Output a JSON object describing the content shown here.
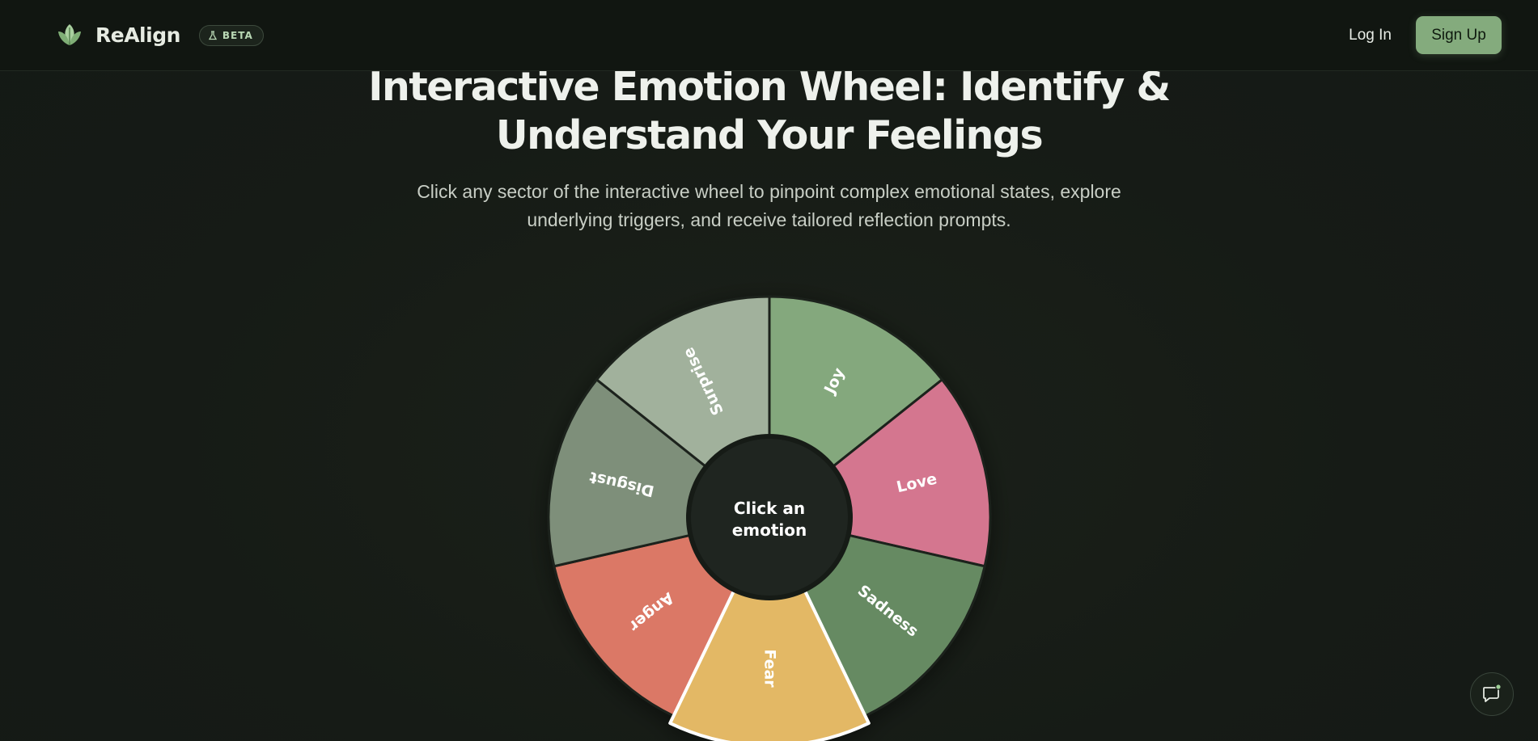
{
  "header": {
    "brand_name": "ReAlign",
    "beta_label": "BETA",
    "login_label": "Log In",
    "signup_label": "Sign Up"
  },
  "hero": {
    "title_line1": "Interactive Emotion Wheel: Identify &",
    "title_line2": "Understand Your Feelings",
    "subtitle_line1": "Click any sector of the interactive wheel to pinpoint complex emotional states, explore",
    "subtitle_line2": "underlying triggers, and receive tailored reflection prompts."
  },
  "wheel": {
    "center_line1": "Click an",
    "center_line2": "emotion",
    "selected": "Fear",
    "sectors": [
      {
        "label": "Joy",
        "color": "#84a87d"
      },
      {
        "label": "Love",
        "color": "#d4768f"
      },
      {
        "label": "Sadness",
        "color": "#668a62"
      },
      {
        "label": "Fear",
        "color": "#e3b865"
      },
      {
        "label": "Anger",
        "color": "#db7866"
      },
      {
        "label": "Disgust",
        "color": "#7e8f7a"
      },
      {
        "label": "Surprise",
        "color": "#a1b19c"
      }
    ]
  },
  "colors": {
    "background": "#161b16",
    "accent": "#84ab7d",
    "center": "#1f2520"
  },
  "icons": {
    "logo": "leaf-logo-icon",
    "beta": "flask-icon",
    "chat": "chat-bubble-icon"
  }
}
